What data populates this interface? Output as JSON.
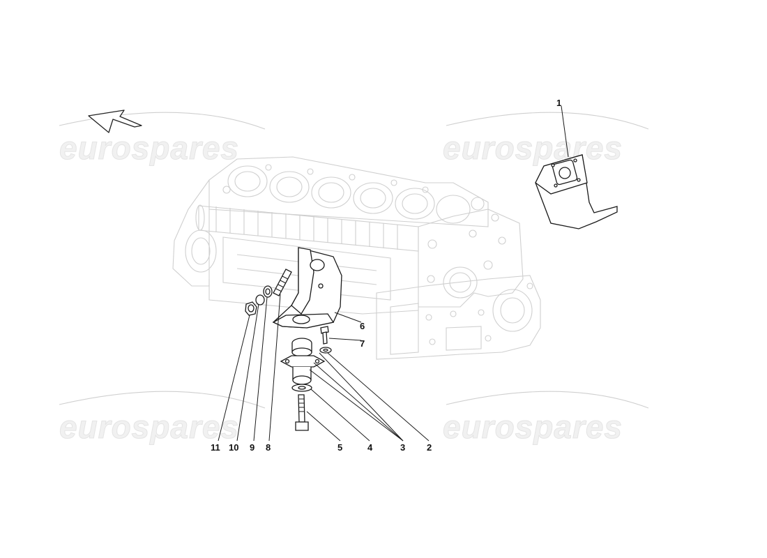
{
  "watermark": {
    "text": "eurospares"
  },
  "callouts": {
    "c1": "1",
    "c2": "2",
    "c3": "3",
    "c4": "4",
    "c5": "5",
    "c6": "6",
    "c7": "7",
    "c8": "8",
    "c9": "9",
    "c10": "10",
    "c11": "11"
  }
}
